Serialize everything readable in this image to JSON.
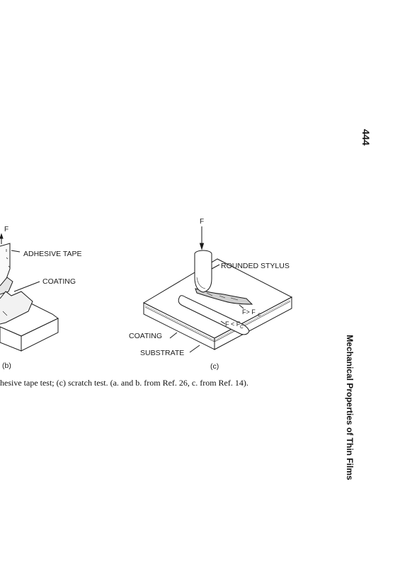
{
  "page_number": "444",
  "running_head": "Mechanical Properties of Thin Films",
  "figure": {
    "panel_b": {
      "tag": "(b)",
      "force": "F",
      "adhesive_tape": "ADHESIVE TAPE",
      "coating": "COATING"
    },
    "panel_c": {
      "tag": "(c)",
      "force": "F",
      "stylus": "ROUNDED STYLUS",
      "f_greater": "F> F",
      "f_less": "F < F",
      "subscript": "C",
      "coating": "COATING",
      "substrate": "SUBSTRATE"
    },
    "caption": "hesive tape test; (c) scratch test. (a. and b. from Ref. 26, c. from Ref. 14)."
  }
}
